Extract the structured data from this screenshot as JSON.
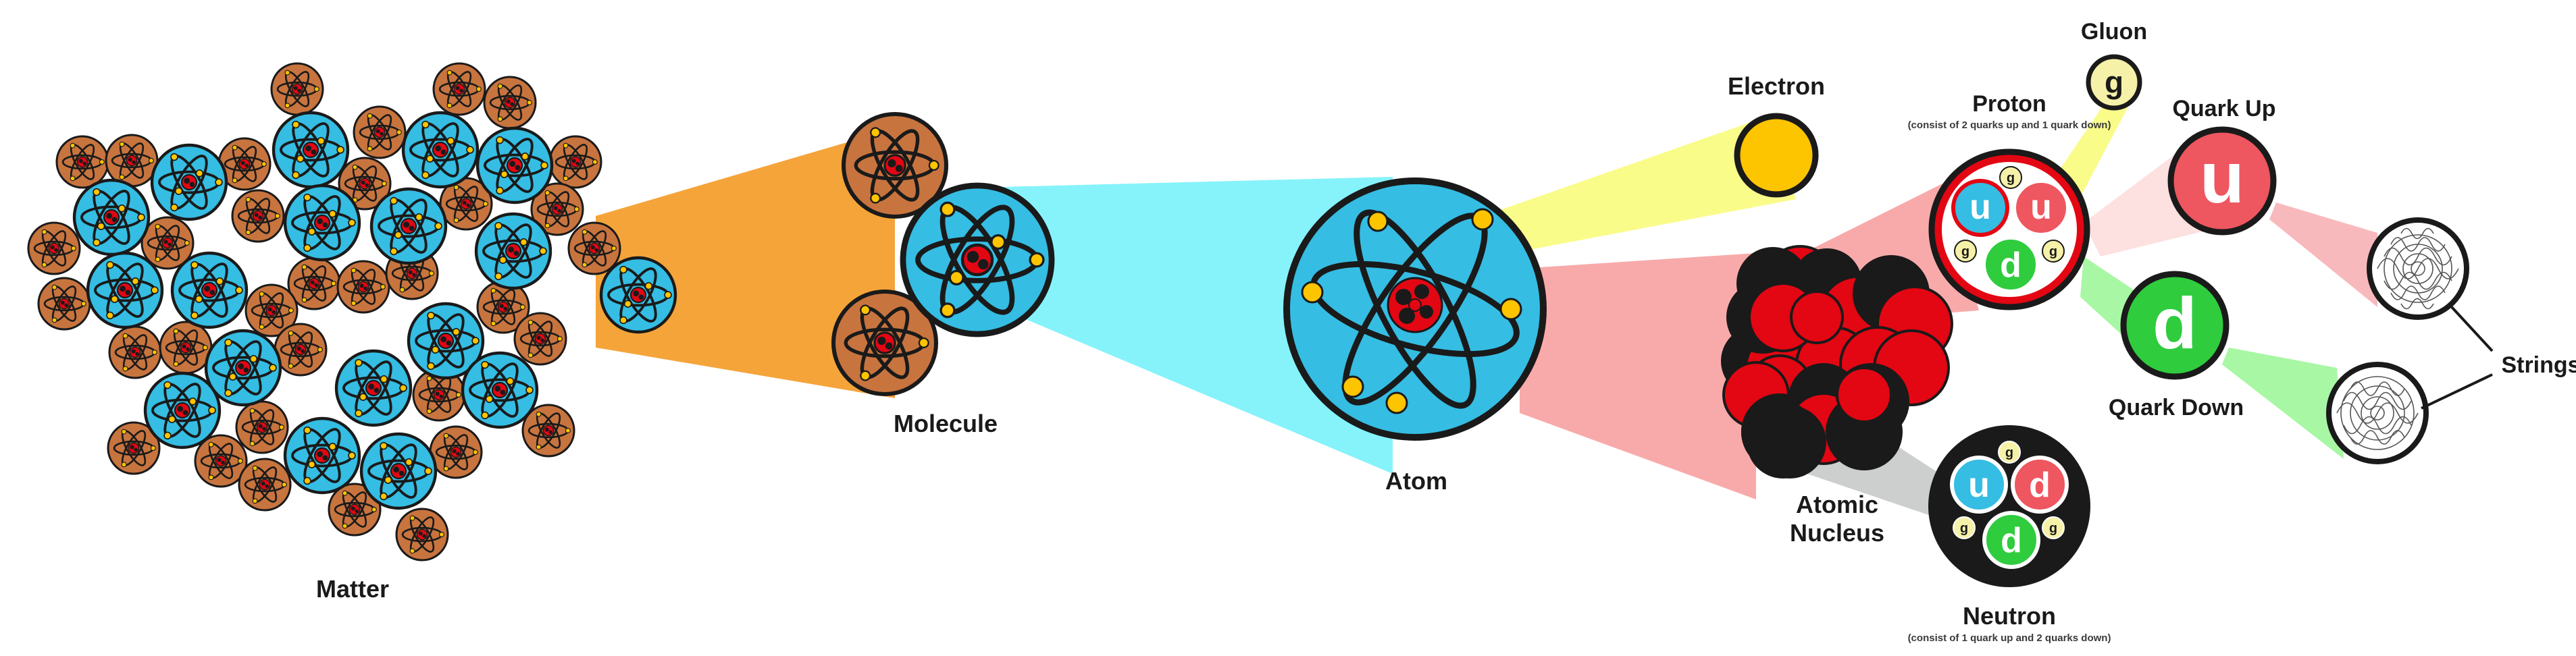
{
  "labels": {
    "matter": "Matter",
    "molecule": "Molecule",
    "atom": "Atom",
    "electron": "Electron",
    "nucleus_line1": "Atomic",
    "nucleus_line2": "Nucleus",
    "proton": "Proton",
    "proton_note": "(consist of 2 quarks up and 1 quark down)",
    "neutron": "Neutron",
    "neutron_note": "(consist of 1 quark up and 2 quarks down)",
    "gluon": "Gluon",
    "quark_up": "Quark Up",
    "quark_down": "Quark Down",
    "strings": "Strings"
  },
  "symbols": {
    "up": "u",
    "down": "d",
    "gluon": "g"
  },
  "colors": {
    "atom_blue": "#35bde3",
    "molecule_brown": "#c8743f",
    "nucleus_red": "#e30613",
    "electron_yellow": "#fdc400",
    "quark_up_red": "#ee5660",
    "quark_down_green": "#2fcc3e",
    "gluon_yellow": "#f6f1a8",
    "beam_orange": "#f49a25",
    "beam_cyan": "#86f3fb",
    "beam_yellow": "#fafc8a",
    "beam_red": "#f79b9b",
    "beam_gray": "#cdcfcf",
    "beam_green": "#a8f7a4",
    "outline": "#1a1a1a"
  }
}
